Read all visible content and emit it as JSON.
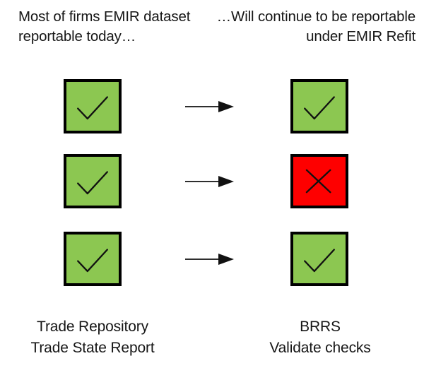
{
  "colors": {
    "green": "#8CC751",
    "red": "#FE0000",
    "outline": "#000000",
    "text": "#161616",
    "background": "#FFFFFF"
  },
  "header": {
    "left_caption": "Most of firms EMIR dataset reportable today…",
    "right_caption": "…Will continue to be reportable under EMIR Refit"
  },
  "rows": [
    {
      "index": 1,
      "left_status": "check",
      "left_status_label": "reportable",
      "arrow_label": "maps-to",
      "right_status": "check",
      "right_status_label": "reportable"
    },
    {
      "index": 2,
      "left_status": "check",
      "left_status_label": "reportable",
      "arrow_label": "maps-to",
      "right_status": "cross",
      "right_status_label": "not reportable"
    },
    {
      "index": 3,
      "left_status": "check",
      "left_status_label": "reportable",
      "arrow_label": "maps-to",
      "right_status": "check",
      "right_status_label": "reportable"
    }
  ],
  "footer": {
    "left_label": "Trade Repository\nTrade State Report",
    "right_label": "BRRS\nValidate checks"
  },
  "icons": {
    "check": "check-icon",
    "cross": "cross-icon",
    "arrow": "arrow-right-icon"
  }
}
